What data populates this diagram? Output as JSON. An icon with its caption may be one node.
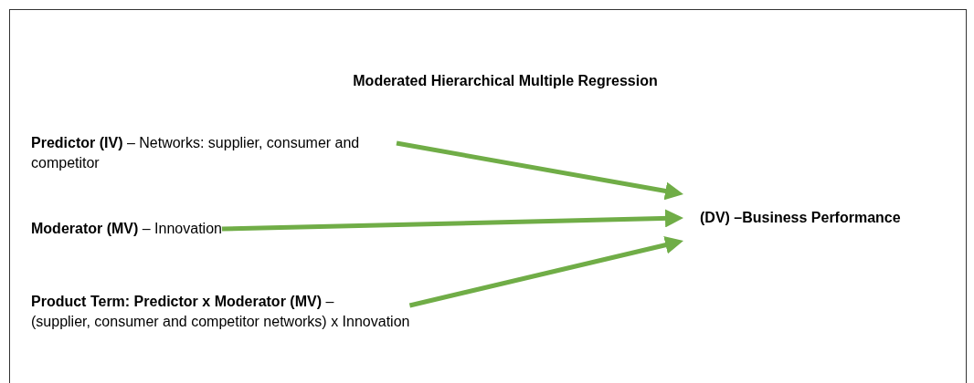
{
  "diagram": {
    "title": "Moderated Hierarchical Multiple Regression",
    "nodes": [
      {
        "text": [
          "**Predictor (IV)** – Networks: supplier, consumer and competitor"
        ]
      },
      {
        "text": [
          "**Moderator (MV)** – Innovation"
        ]
      },
      {
        "text": [
          "**Product Term: Predictor x Moderator (MV)** –",
          "(supplier, consumer and competitor networks) x Innovation"
        ]
      },
      {
        "text": [
          "(DV) –Business Performance"
        ]
      }
    ],
    "edges": [
      {
        "from": 0,
        "to": 3,
        "arrow": "to"
      },
      {
        "from": 1,
        "to": 3,
        "arrow": "to"
      },
      {
        "from": 2,
        "to": 3,
        "arrow": "to"
      }
    ]
  }
}
